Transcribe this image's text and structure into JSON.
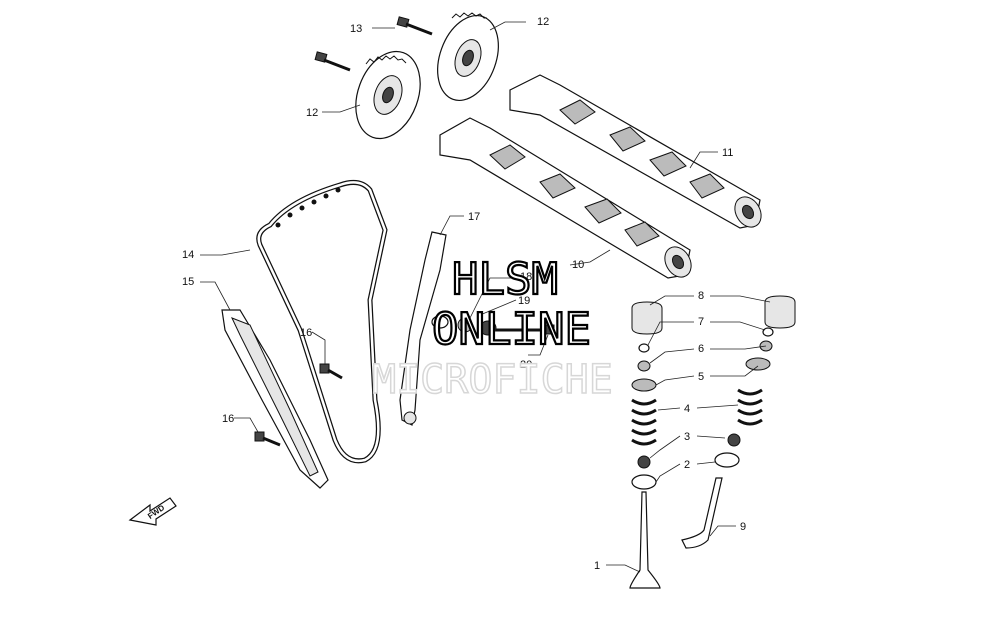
{
  "labels": {
    "p1": "1",
    "p2": "2",
    "p3": "3",
    "p4": "4",
    "p5": "5",
    "p6": "6",
    "p7": "7",
    "p8": "8",
    "p9": "9",
    "p10": "10",
    "p11": "11",
    "p12a": "12",
    "p12b": "12",
    "p13": "13",
    "p14": "14",
    "p15": "15",
    "p16a": "16",
    "p16b": "16",
    "p17": "17",
    "p18": "18",
    "p19": "19",
    "p20": "20"
  },
  "watermark": {
    "line1": "HLSM",
    "line2": "ONLINE",
    "line3": "MICROFICHE"
  },
  "direction_arrow": "FWD"
}
